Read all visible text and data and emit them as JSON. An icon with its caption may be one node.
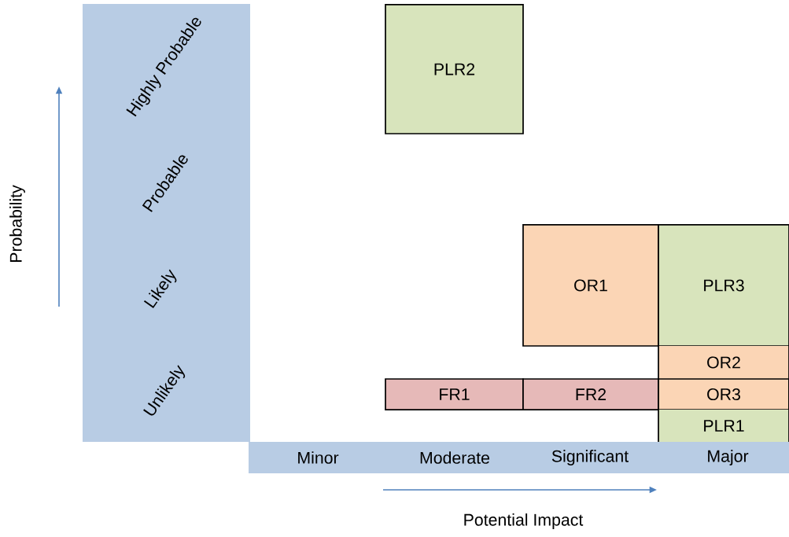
{
  "diagram": {
    "nodes": [
      {
        "text": [
          "Highly Probable",
          "Probable",
          "Likely",
          "Unlikely"
        ]
      },
      {
        "text": [
          "PLR2"
        ]
      },
      {
        "text": [
          "OR1"
        ]
      },
      {
        "text": [
          "PLR3"
        ]
      },
      {
        "text": [
          "OR2"
        ]
      },
      {
        "text": [
          "FR1"
        ]
      },
      {
        "text": [
          "FR2"
        ]
      },
      {
        "text": [
          "OR3"
        ]
      },
      {
        "text": [
          "PLR1"
        ]
      },
      {
        "text": [
          "Minor",
          "Moderate",
          "Significant",
          "Major"
        ]
      }
    ],
    "labels": [
      "Probability",
      "Potential Impact"
    ]
  }
}
